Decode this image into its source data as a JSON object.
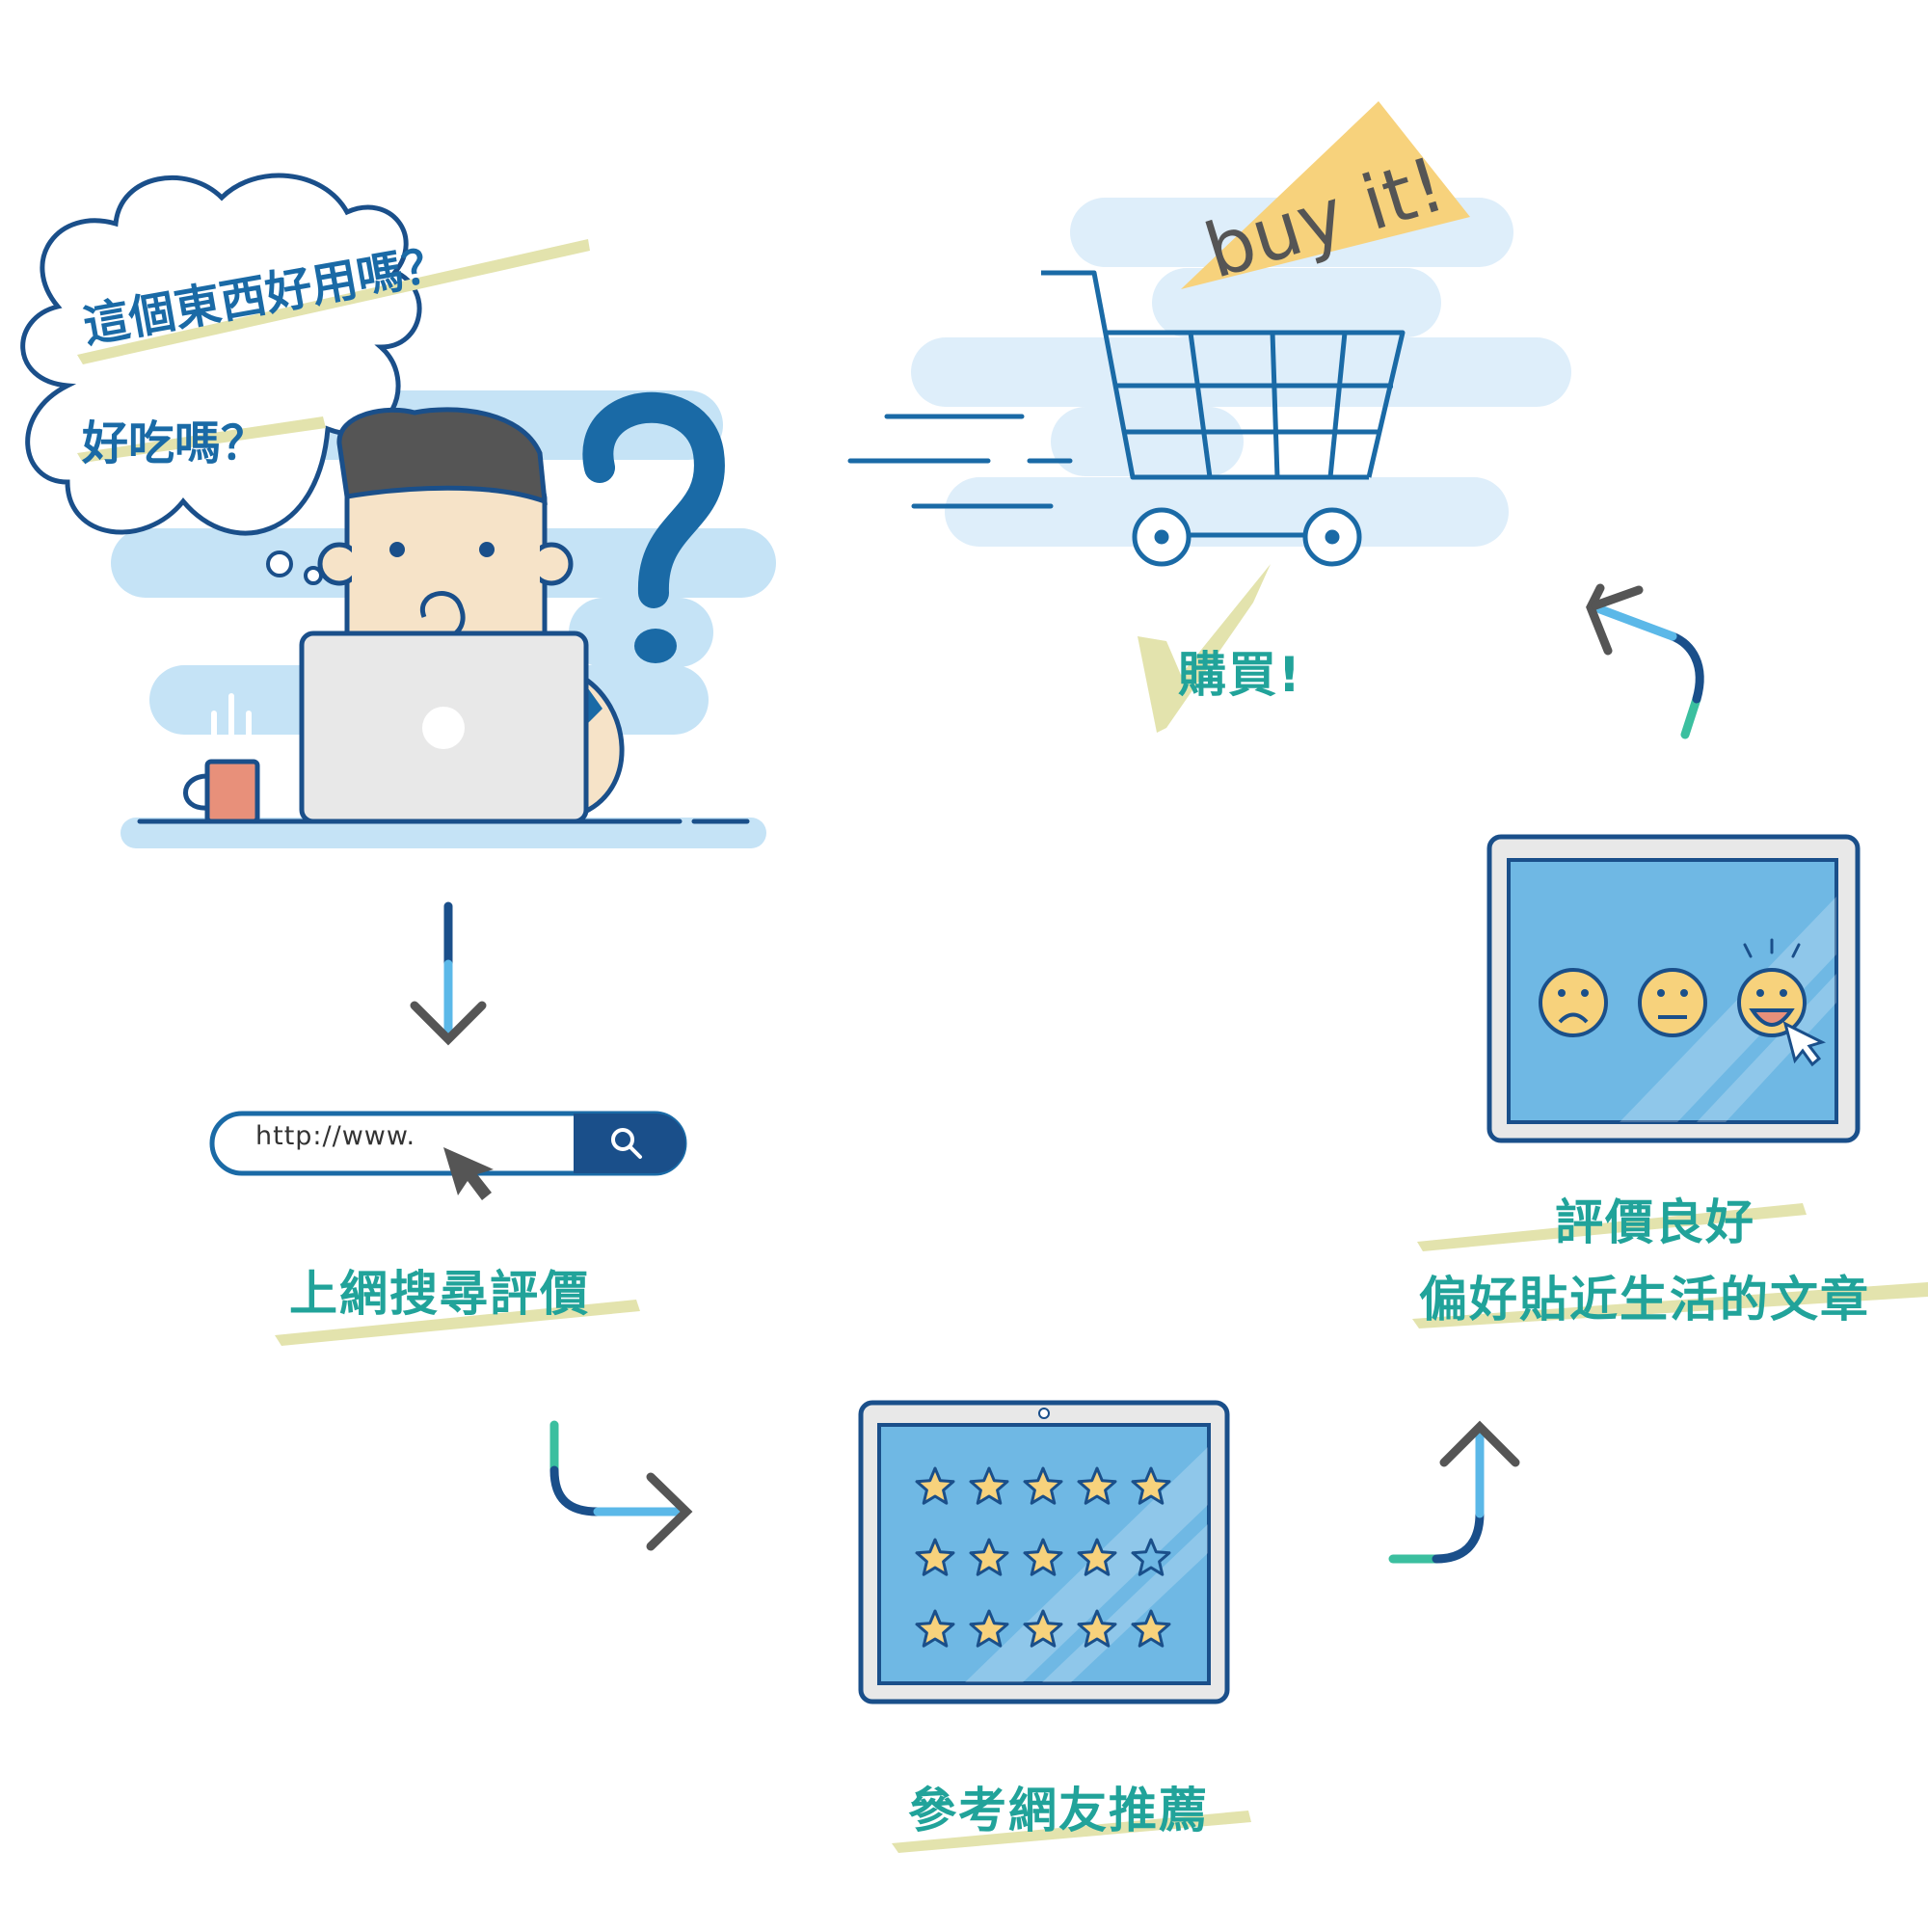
{
  "thought_bubble": {
    "line1": "這個東西好用嗎？",
    "line2": "好吃嗎？"
  },
  "banner": {
    "text": "buy it!"
  },
  "steps": {
    "purchase": "購買!",
    "search": "上網搜尋評價",
    "recommend": "參考網友推薦",
    "review_line1": "評價良好",
    "review_line2": "偏好貼近生活的文章"
  },
  "search_bar": {
    "url_text": "http://www.",
    "icon": "search-icon"
  },
  "rating_grid": {
    "rows": [
      5,
      4,
      5
    ],
    "stars_per_row": 5
  },
  "colors": {
    "dark_blue": "#1a4f8a",
    "mid_blue": "#1a6aa6",
    "light_blue": "#5bb8e8",
    "sky": "#c5e3f6",
    "teal": "#21a39a",
    "teal_arrow": "#3bbf9f",
    "yellow": "#f7d27c",
    "brush": "#e3e3ad",
    "gray": "#555555"
  }
}
